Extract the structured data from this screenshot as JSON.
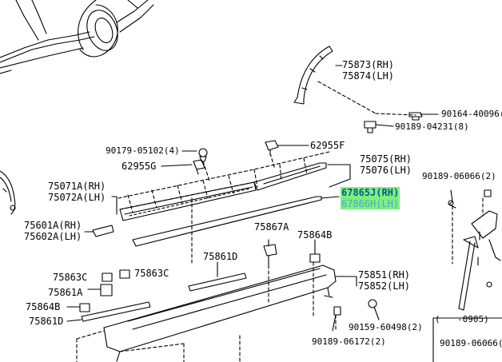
{
  "colors": {
    "line": "#000000",
    "highlight_bg": "#7cf07c",
    "highlight_text": "#0a5a8c",
    "highlight_text_faint": "#4fa7d6"
  },
  "labels": {
    "p75873": "75873(RH)",
    "p75874": "75874(LH)",
    "p90164": "90164-40096(",
    "p90189_04231": "90189-04231(8)",
    "p90179": "90179-05102(4)",
    "p62955F": "62955F",
    "p62955G": "62955G",
    "p75075": "75075(RH)",
    "p75076": "75076(LH)",
    "p90189_06066_top": "90189-06066(2)",
    "p67865J": "67865J(RH)",
    "p67866H": "67866H(LH)",
    "p75071A": "75071A(RH)",
    "p75072A": "75072A(LH)",
    "p75601A": "75601A(RH)",
    "p75602A": "75602A(LH)",
    "p75867A": "75867A",
    "p75864B_top": "75864B",
    "p75861D_mid": "75861D",
    "p75863C_a": "75863C",
    "p75863C_b": "75863C",
    "p75861A": "75861A",
    "p75864B_bot": "75864B",
    "p75861D_bot": "75861D",
    "p75851": "75851(RH)",
    "p75852": "75852(LH)",
    "p90159": "90159-60498(2)",
    "p90189_06172": "90189-06172(2)",
    "p0905": "-0905)",
    "p90189_06066_bot": "90189-06066("
  }
}
